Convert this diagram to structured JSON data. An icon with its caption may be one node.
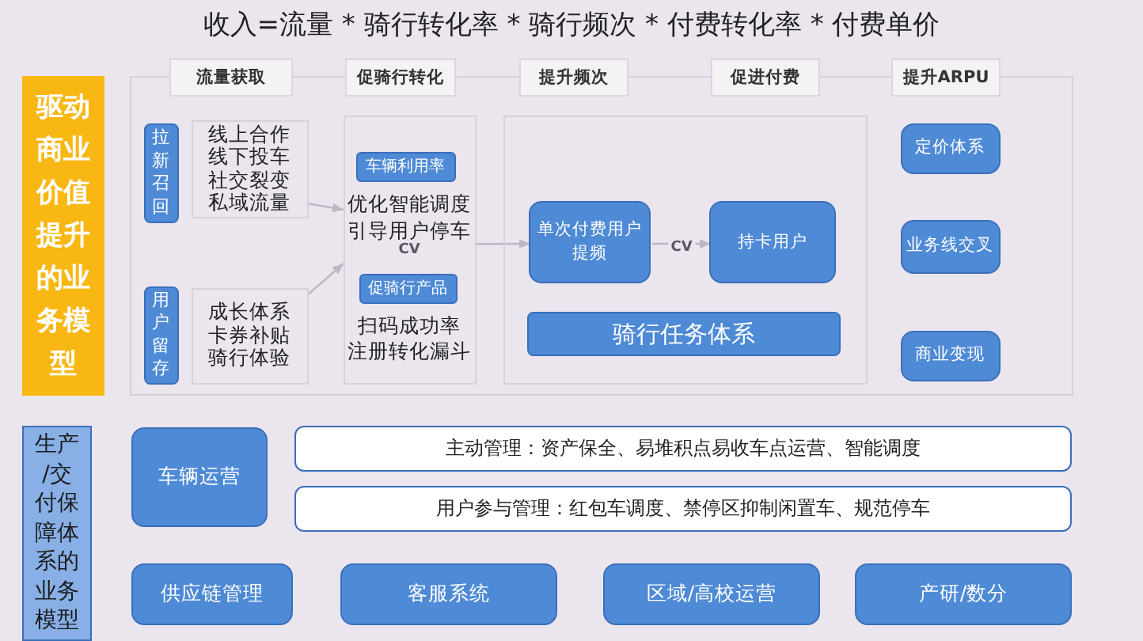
{
  "diagram": {
    "title": "收入=流量 * 骑行转化率 * 骑行频次 * 付费转化率 * 付费单价",
    "nodes": [
      {
        "text": [
          "驱动商业价值提升的业务模型"
        ]
      },
      {
        "text": [],
        "shape": "box"
      },
      {
        "text": [
          "流量获取"
        ]
      },
      {
        "text": [
          "促骑行转化"
        ]
      },
      {
        "text": [
          "提升频次"
        ]
      },
      {
        "text": [
          "促进付费"
        ]
      },
      {
        "text": [
          "提升ARPU"
        ]
      },
      {
        "text": [
          "拉新召回"
        ],
        "in": 1
      },
      {
        "text": [
          "线上合作",
          "线下投车",
          "社交裂变",
          "私域流量"
        ],
        "in": 1
      },
      {
        "text": [
          "用户留存"
        ],
        "in": 1
      },
      {
        "text": [
          "成长体系",
          "卡券补贴",
          "骑行体验"
        ],
        "in": 1
      },
      {
        "text": [
          "优化智能调度",
          "引导用户停车",
          "CV",
          "扫码成功率",
          "注册转化漏斗"
        ],
        "in": 1
      },
      {
        "text": [
          "车辆利用率"
        ],
        "in": 11
      },
      {
        "text": [
          "促骑行产品"
        ],
        "in": 11
      },
      {
        "text": [],
        "shape": "box",
        "in": 1
      },
      {
        "text": [
          "单次付费用户提频"
        ],
        "in": 14
      },
      {
        "text": [
          "持卡用户"
        ],
        "in": 14
      },
      {
        "text": [
          "骑行任务体系"
        ],
        "in": 14
      },
      {
        "text": [
          "定价体系"
        ],
        "in": 1
      },
      {
        "text": [
          "业务线交叉"
        ],
        "in": 1
      },
      {
        "text": [
          "商业变现"
        ],
        "in": 1
      },
      {
        "text": [
          "生产/交付保障体系的业务模型"
        ]
      },
      {
        "text": [
          "车辆运营"
        ]
      },
      {
        "text": [
          "主动管理：资产保全、易堆积点易收车点运营、智能调度"
        ]
      },
      {
        "text": [
          "用户参与管理：红包车调度、禁停区抑制闲置车、规范停车"
        ]
      },
      {
        "text": [
          "供应链管理"
        ]
      },
      {
        "text": [
          "客服系统"
        ]
      },
      {
        "text": [
          "区域/高校运营"
        ]
      },
      {
        "text": [
          "产研/数分"
        ]
      }
    ],
    "edges": [
      {
        "from": 8,
        "to": 11,
        "arrow": "to"
      },
      {
        "from": 10,
        "to": 11,
        "arrow": "to"
      },
      {
        "from": 11,
        "to": 15,
        "arrow": "to"
      },
      {
        "from": 15,
        "to": 16,
        "arrow": "to",
        "label": "CV"
      }
    ]
  }
}
